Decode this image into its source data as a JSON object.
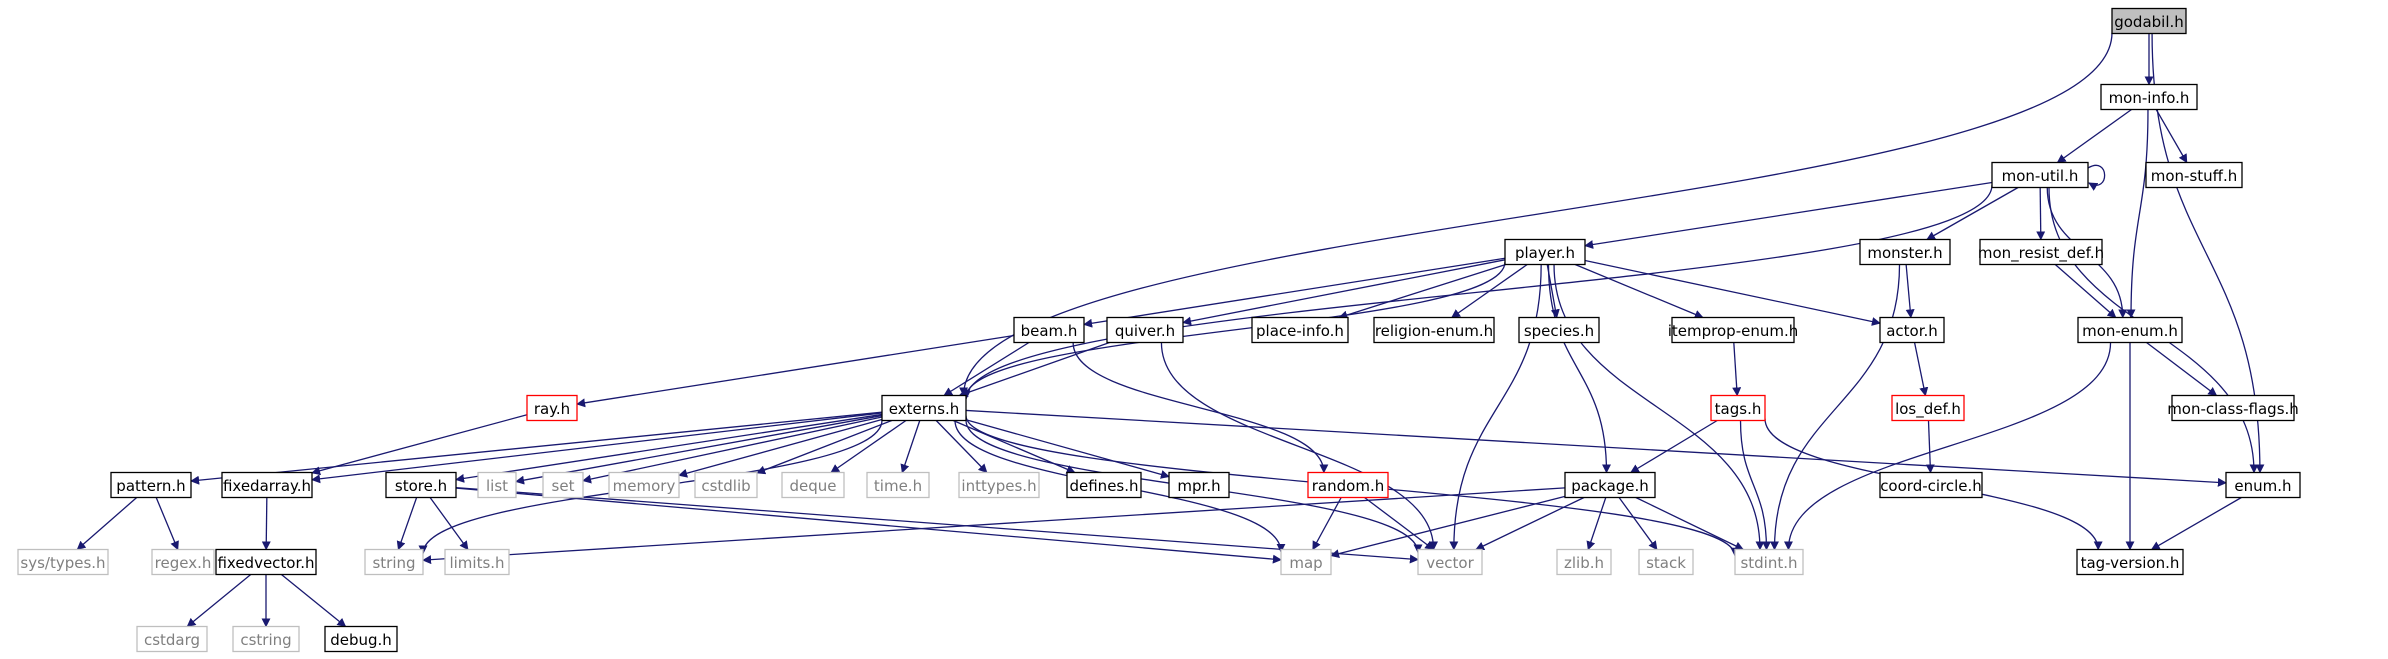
{
  "colors": {
    "edge": "#191970",
    "node_border": "#000000",
    "node_border_missing": "#bfbfbf",
    "node_border_truncated": "#ff0000",
    "node_fill_root": "#bfbfbf",
    "text": "#000000",
    "text_missing": "#808080"
  },
  "nodes": [
    {
      "id": "godabil_h",
      "label": "godabil.h",
      "style": "root"
    },
    {
      "id": "mon_info_h",
      "label": "mon-info.h",
      "style": "normal"
    },
    {
      "id": "mon_util_h",
      "label": "mon-util.h",
      "style": "normal"
    },
    {
      "id": "mon_stuff_h",
      "label": "mon-stuff.h",
      "style": "normal"
    },
    {
      "id": "player_h",
      "label": "player.h",
      "style": "normal"
    },
    {
      "id": "monster_h",
      "label": "monster.h",
      "style": "normal"
    },
    {
      "id": "mon_resist_def_h",
      "label": "mon_resist_def.h",
      "style": "normal"
    },
    {
      "id": "beam_h",
      "label": "beam.h",
      "style": "normal"
    },
    {
      "id": "quiver_h",
      "label": "quiver.h",
      "style": "normal"
    },
    {
      "id": "place_info_h",
      "label": "place-info.h",
      "style": "normal"
    },
    {
      "id": "religion_enum_h",
      "label": "religion-enum.h",
      "style": "normal"
    },
    {
      "id": "species_h",
      "label": "species.h",
      "style": "normal"
    },
    {
      "id": "itemprop_enum_h",
      "label": "itemprop-enum.h",
      "style": "normal"
    },
    {
      "id": "actor_h",
      "label": "actor.h",
      "style": "normal"
    },
    {
      "id": "mon_enum_h",
      "label": "mon-enum.h",
      "style": "normal"
    },
    {
      "id": "ray_h",
      "label": "ray.h",
      "style": "truncated"
    },
    {
      "id": "externs_h",
      "label": "externs.h",
      "style": "normal"
    },
    {
      "id": "tags_h",
      "label": "tags.h",
      "style": "truncated"
    },
    {
      "id": "los_def_h",
      "label": "los_def.h",
      "style": "truncated"
    },
    {
      "id": "mon_class_flags_h",
      "label": "mon-class-flags.h",
      "style": "normal"
    },
    {
      "id": "pattern_h",
      "label": "pattern.h",
      "style": "normal"
    },
    {
      "id": "fixedarray_h",
      "label": "fixedarray.h",
      "style": "normal"
    },
    {
      "id": "store_h",
      "label": "store.h",
      "style": "normal"
    },
    {
      "id": "list",
      "label": "list",
      "style": "missing"
    },
    {
      "id": "set",
      "label": "set",
      "style": "missing"
    },
    {
      "id": "memory",
      "label": "memory",
      "style": "missing"
    },
    {
      "id": "cstdlib",
      "label": "cstdlib",
      "style": "missing"
    },
    {
      "id": "deque",
      "label": "deque",
      "style": "missing"
    },
    {
      "id": "time_h",
      "label": "time.h",
      "style": "missing"
    },
    {
      "id": "inttypes_h",
      "label": "inttypes.h",
      "style": "missing"
    },
    {
      "id": "defines_h",
      "label": "defines.h",
      "style": "normal"
    },
    {
      "id": "mpr_h",
      "label": "mpr.h",
      "style": "normal"
    },
    {
      "id": "random_h",
      "label": "random.h",
      "style": "truncated"
    },
    {
      "id": "package_h",
      "label": "package.h",
      "style": "normal"
    },
    {
      "id": "coord_circle_h",
      "label": "coord-circle.h",
      "style": "normal"
    },
    {
      "id": "enum_h",
      "label": "enum.h",
      "style": "normal"
    },
    {
      "id": "sys_types_h",
      "label": "sys/types.h",
      "style": "missing"
    },
    {
      "id": "regex_h",
      "label": "regex.h",
      "style": "missing"
    },
    {
      "id": "fixedvector_h",
      "label": "fixedvector.h",
      "style": "normal"
    },
    {
      "id": "string",
      "label": "string",
      "style": "missing"
    },
    {
      "id": "limits_h",
      "label": "limits.h",
      "style": "missing"
    },
    {
      "id": "map",
      "label": "map",
      "style": "missing"
    },
    {
      "id": "vector",
      "label": "vector",
      "style": "missing"
    },
    {
      "id": "zlib_h",
      "label": "zlib.h",
      "style": "missing"
    },
    {
      "id": "stack",
      "label": "stack",
      "style": "missing"
    },
    {
      "id": "stdint_h",
      "label": "stdint.h",
      "style": "missing"
    },
    {
      "id": "tag_version_h",
      "label": "tag-version.h",
      "style": "normal"
    },
    {
      "id": "cstdarg",
      "label": "cstdarg",
      "style": "missing"
    },
    {
      "id": "cstring",
      "label": "cstring",
      "style": "missing"
    },
    {
      "id": "debug_h",
      "label": "debug.h",
      "style": "normal"
    }
  ],
  "edges": [
    {
      "from": "godabil_h",
      "to": "mon_info_h"
    },
    {
      "from": "godabil_h",
      "to": "externs_h"
    },
    {
      "from": "godabil_h",
      "to": "enum_h"
    },
    {
      "from": "mon_info_h",
      "to": "mon_util_h"
    },
    {
      "from": "mon_info_h",
      "to": "mon_stuff_h"
    },
    {
      "from": "mon_info_h",
      "to": "mon_enum_h"
    },
    {
      "from": "mon_util_h",
      "to": "mon_util_h"
    },
    {
      "from": "mon_util_h",
      "to": "player_h"
    },
    {
      "from": "mon_util_h",
      "to": "monster_h"
    },
    {
      "from": "mon_util_h",
      "to": "mon_resist_def_h"
    },
    {
      "from": "mon_util_h",
      "to": "mon_enum_h"
    },
    {
      "from": "mon_util_h",
      "to": "externs_h"
    },
    {
      "from": "mon_util_h",
      "to": "enum_h"
    },
    {
      "from": "player_h",
      "to": "beam_h"
    },
    {
      "from": "player_h",
      "to": "quiver_h"
    },
    {
      "from": "player_h",
      "to": "place_info_h"
    },
    {
      "from": "player_h",
      "to": "religion_enum_h"
    },
    {
      "from": "player_h",
      "to": "species_h"
    },
    {
      "from": "player_h",
      "to": "itemprop_enum_h"
    },
    {
      "from": "player_h",
      "to": "actor_h"
    },
    {
      "from": "player_h",
      "to": "package_h"
    },
    {
      "from": "player_h",
      "to": "vector"
    },
    {
      "from": "player_h",
      "to": "stdint_h"
    },
    {
      "from": "player_h",
      "to": "externs_h"
    },
    {
      "from": "monster_h",
      "to": "actor_h"
    },
    {
      "from": "monster_h",
      "to": "stdint_h"
    },
    {
      "from": "mon_resist_def_h",
      "to": "mon_enum_h"
    },
    {
      "from": "mon_enum_h",
      "to": "mon_class_flags_h"
    },
    {
      "from": "mon_enum_h",
      "to": "tag_version_h"
    },
    {
      "from": "mon_enum_h",
      "to": "stdint_h"
    },
    {
      "from": "beam_h",
      "to": "externs_h"
    },
    {
      "from": "beam_h",
      "to": "ray_h"
    },
    {
      "from": "beam_h",
      "to": "random_h"
    },
    {
      "from": "quiver_h",
      "to": "externs_h"
    },
    {
      "from": "quiver_h",
      "to": "vector"
    },
    {
      "from": "ray_h",
      "to": "fixedarray_h"
    },
    {
      "from": "actor_h",
      "to": "los_def_h"
    },
    {
      "from": "los_def_h",
      "to": "coord_circle_h"
    },
    {
      "from": "itemprop_enum_h",
      "to": "tags_h"
    },
    {
      "from": "tags_h",
      "to": "package_h"
    },
    {
      "from": "tags_h",
      "to": "stdint_h"
    },
    {
      "from": "tags_h",
      "to": "tag_version_h"
    },
    {
      "from": "externs_h",
      "to": "pattern_h"
    },
    {
      "from": "externs_h",
      "to": "fixedarray_h"
    },
    {
      "from": "externs_h",
      "to": "store_h"
    },
    {
      "from": "externs_h",
      "to": "list"
    },
    {
      "from": "externs_h",
      "to": "set"
    },
    {
      "from": "externs_h",
      "to": "memory"
    },
    {
      "from": "externs_h",
      "to": "cstdlib"
    },
    {
      "from": "externs_h",
      "to": "deque"
    },
    {
      "from": "externs_h",
      "to": "time_h"
    },
    {
      "from": "externs_h",
      "to": "inttypes_h"
    },
    {
      "from": "externs_h",
      "to": "defines_h"
    },
    {
      "from": "externs_h",
      "to": "mpr_h"
    },
    {
      "from": "externs_h",
      "to": "map"
    },
    {
      "from": "externs_h",
      "to": "vector"
    },
    {
      "from": "externs_h",
      "to": "string"
    },
    {
      "from": "externs_h",
      "to": "stdint_h"
    },
    {
      "from": "externs_h",
      "to": "enum_h"
    },
    {
      "from": "pattern_h",
      "to": "sys_types_h"
    },
    {
      "from": "pattern_h",
      "to": "regex_h"
    },
    {
      "from": "fixedarray_h",
      "to": "fixedvector_h"
    },
    {
      "from": "fixedvector_h",
      "to": "cstdarg"
    },
    {
      "from": "fixedvector_h",
      "to": "cstring"
    },
    {
      "from": "fixedvector_h",
      "to": "debug_h"
    },
    {
      "from": "store_h",
      "to": "string"
    },
    {
      "from": "store_h",
      "to": "limits_h"
    },
    {
      "from": "store_h",
      "to": "map"
    },
    {
      "from": "store_h",
      "to": "vector"
    },
    {
      "from": "random_h",
      "to": "map"
    },
    {
      "from": "random_h",
      "to": "vector"
    },
    {
      "from": "package_h",
      "to": "string"
    },
    {
      "from": "package_h",
      "to": "map"
    },
    {
      "from": "package_h",
      "to": "vector"
    },
    {
      "from": "package_h",
      "to": "zlib_h"
    },
    {
      "from": "package_h",
      "to": "stack"
    },
    {
      "from": "package_h",
      "to": "stdint_h"
    },
    {
      "from": "enum_h",
      "to": "tag_version_h"
    }
  ]
}
